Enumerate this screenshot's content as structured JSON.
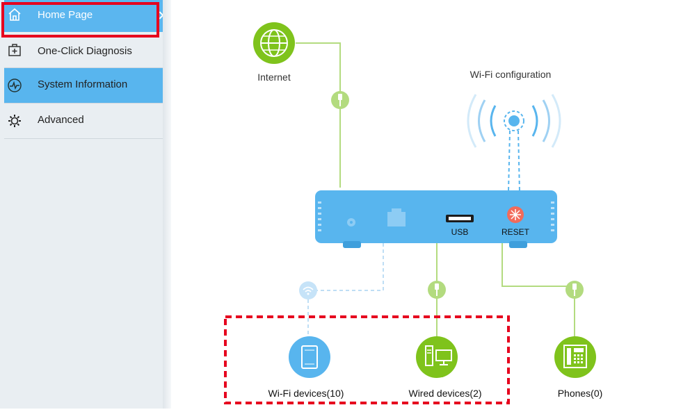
{
  "sidebar": {
    "items": [
      {
        "label": "Home Page",
        "icon": "home-icon"
      },
      {
        "label": "One-Click Diagnosis",
        "icon": "diagnosis-icon"
      },
      {
        "label": "System Information",
        "icon": "pulse-icon"
      },
      {
        "label": "Advanced",
        "icon": "gear-icon"
      }
    ]
  },
  "topology": {
    "internet_label": "Internet",
    "wifi_config_label": "Wi-Fi configuration",
    "usb_label": "USB",
    "reset_label": "RESET",
    "wifi_devices_label": "Wi-Fi devices(10)",
    "wired_devices_label": "Wired devices(2)",
    "phones_label": "Phones(0)"
  },
  "colors": {
    "accent": "#58b5ee",
    "green": "#7fc31c",
    "line": "#b3db7f",
    "highlight": "#e6001e"
  }
}
